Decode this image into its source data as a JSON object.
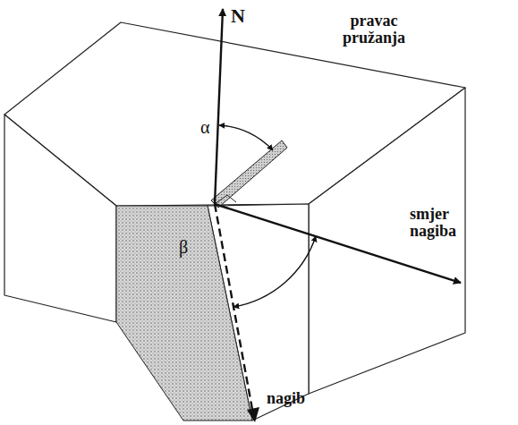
{
  "diagram": {
    "labels": [
      "N",
      "pravac pružanja",
      "α",
      "β",
      "smjer nagiba",
      "nagib"
    ]
  }
}
